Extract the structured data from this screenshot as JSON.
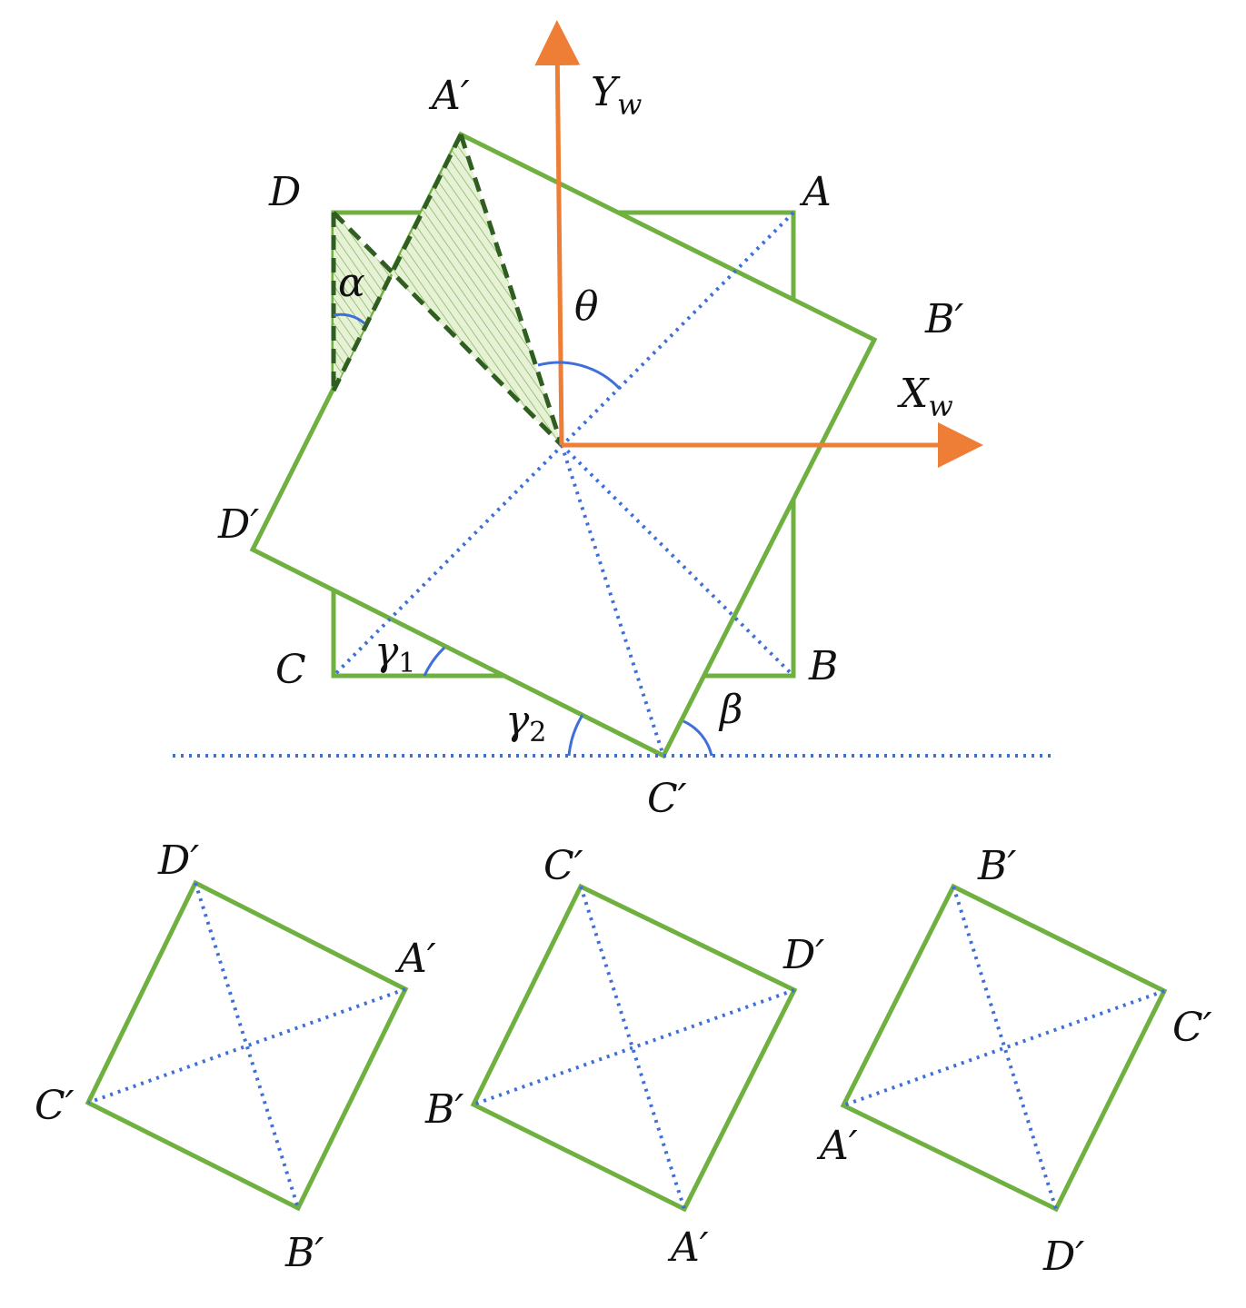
{
  "colors": {
    "square": "#6fb040",
    "diagonal": "#3f6fd8",
    "axis": "#ee7d35",
    "triangle_edge": "#2f5e20",
    "triangle_fill": "#dcebc8",
    "angle_arc": "#3f6fd8",
    "text": "#111111"
  },
  "axes": {
    "x": {
      "base": "X",
      "sub": "w"
    },
    "y": {
      "base": "Y",
      "sub": "w"
    }
  },
  "angles": {
    "theta": "θ",
    "alpha": "α",
    "beta": "β",
    "gamma1": {
      "base": "γ",
      "sub": "1"
    },
    "gamma2": {
      "base": "γ",
      "sub": "2"
    }
  },
  "main": {
    "original_vertices": {
      "A": "A",
      "B": "B",
      "C": "C",
      "D": "D"
    },
    "rotated_vertices": {
      "A": "A′",
      "B": "B′",
      "C": "C′",
      "D": "D′"
    }
  },
  "configurations": [
    {
      "top": "D′",
      "right": "A′",
      "bottom": "B′",
      "left": "C′"
    },
    {
      "top": "C′",
      "right": "D′",
      "bottom": "A′",
      "left": "B′"
    },
    {
      "top": "B′",
      "right": "C′",
      "bottom": "D′",
      "left": "A′"
    }
  ]
}
